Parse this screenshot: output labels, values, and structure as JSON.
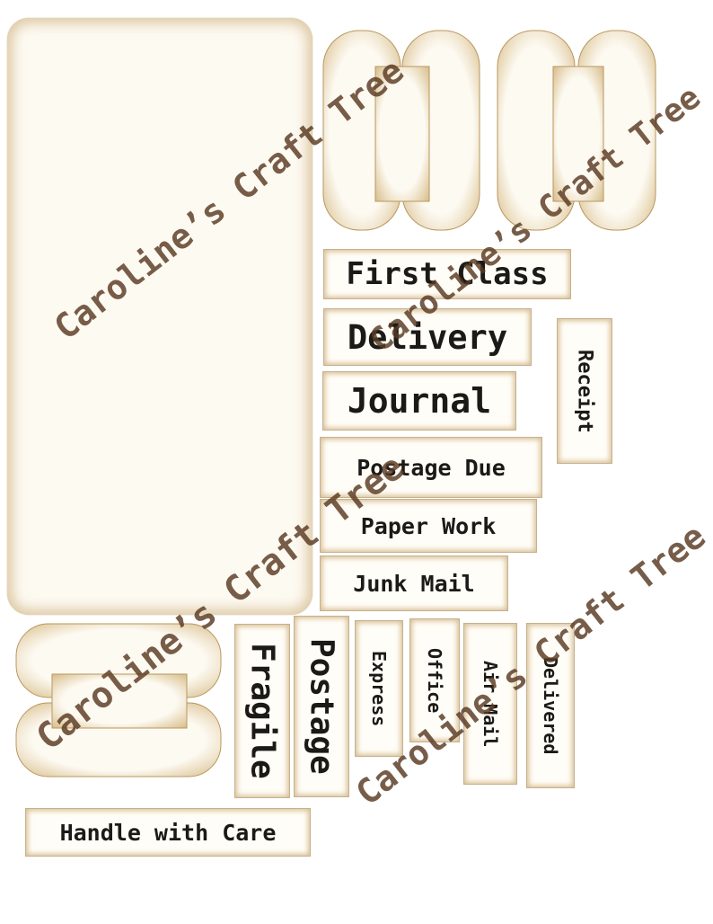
{
  "labels": {
    "first_class": "First Class",
    "delivery": "Delivery",
    "journal": "Journal",
    "postage_due": "Postage Due",
    "paper_work": "Paper Work",
    "junk_mail": "Junk Mail",
    "receipt": "Receipt",
    "fragile": "Fragile",
    "postage": "Postage",
    "express": "Express",
    "office": "Office",
    "air_mail": "Air Mail",
    "delivered": "Delivered",
    "handle_with_care": "Handle with Care"
  },
  "watermark": "Caroline’s Craft Tree",
  "colors": {
    "paper": "#fdfaf2",
    "ink_edge": "#c8a570",
    "label_text": "#1c1a17",
    "watermark": "#5a3a22"
  }
}
